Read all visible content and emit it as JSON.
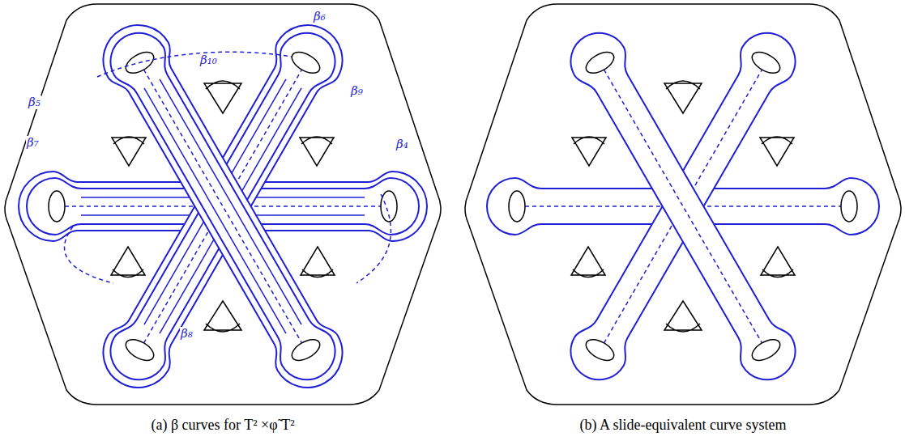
{
  "diagram": {
    "labels": [
      "β₆",
      "β₁₀",
      "β₅",
      "β₉",
      "β₇",
      "β₄",
      "β₈",
      "(a) β curves for T² ×φ̃ T²",
      "(b) A slide-equivalent curve system"
    ]
  }
}
